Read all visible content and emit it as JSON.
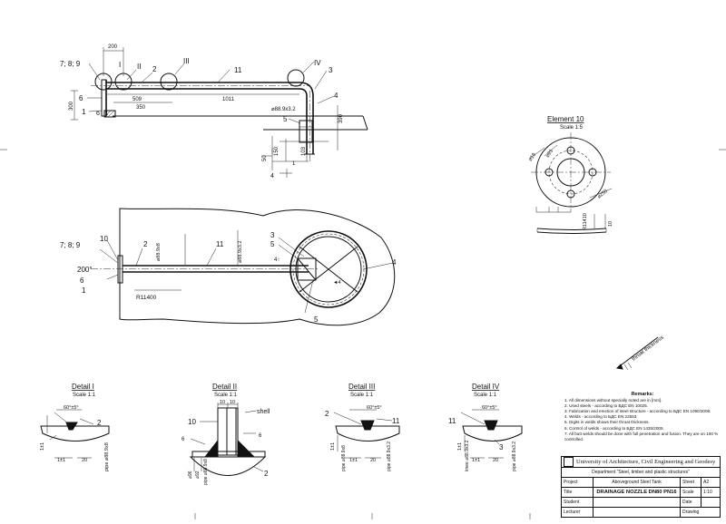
{
  "main_view": {
    "dims": {
      "d200": "200",
      "d509": "509",
      "d1011": "1011",
      "d350": "350",
      "d300": "300",
      "d390": "390",
      "d50": "50",
      "d150": "150",
      "d103": "103",
      "pipe": "⌀88.9x3.2"
    },
    "labels": {
      "l789": "7; 8; 9",
      "l1": "1",
      "l6": "6",
      "lI": "I",
      "lII": "II",
      "l2": "2",
      "lIII": "III",
      "l11": "11",
      "lIV": "IV",
      "l3": "3",
      "l4": "4",
      "l5": "5",
      "l41": "4",
      "l61": "6",
      "lsec": "1",
      "lsec2": "1"
    }
  },
  "plan_view": {
    "labels": {
      "l789": "7; 8; 9",
      "l10": "10",
      "l2": "2",
      "l11": "11",
      "l6": "6",
      "l1": "1",
      "l200": "200°",
      "l3": "3",
      "l5": "5",
      "l4": "4",
      "l5b": "5",
      "radius": "R11400",
      "pipe1": "⌀88.9x8",
      "pipe2": "⌀88.9x3.2",
      "cut": "4↑",
      "cut2": "◄4"
    }
  },
  "element10": {
    "title": "Element 10",
    "scale": "Scale 1:5",
    "dims": {
      "d19": "⌀19",
      "d93": "⌀93",
      "d250": "⌀250",
      "r": "R11410",
      "t": "10"
    }
  },
  "weld_note": "throat thickness",
  "details": [
    {
      "title": "Detail I",
      "scale": "Scale 1:1",
      "angle": "60°±5°",
      "num": "2",
      "gap": "1±1",
      "gap2": "1±1",
      "d20": "20",
      "pipe": "pipe ⌀88.9x8"
    },
    {
      "title": "Detail II",
      "scale": "Scale 1:1",
      "n10": "10",
      "shell": "shell",
      "t1": "10",
      "t2": "10",
      "d6": "6",
      "d6b": "6",
      "d2": "2",
      "dia1": "⌀96",
      "dia2": "⌀92",
      "pipe": "pipe ⌀88.9x8"
    },
    {
      "title": "Detail III",
      "scale": "Scale 1:1",
      "angle": "60°±5°",
      "n2": "2",
      "n11": "11",
      "gap": "1±1",
      "gap2": "1±1",
      "d20": "20",
      "pipe1": "pipe ⌀88.9x8",
      "pipe2": "pipe ⌀88.9x3.2"
    },
    {
      "title": "Detail IV",
      "scale": "Scale 1:1",
      "angle": "60°±5°",
      "n11": "11",
      "n3": "3",
      "gap": "1±1",
      "gap2": "1±1",
      "d20": "20",
      "pipe1": "knee ⌀88.9x3.2",
      "pipe2": "pipe ⌀88.9x3.2"
    }
  ],
  "remarks": {
    "title": "Remarks:",
    "items": [
      "1. All dimensions without specially noted are in [mm].",
      "2. Used steels - according to БДС EN 10025.",
      "3. Fabrication and erection of steel structure - according to БДС EN 1090/2008.",
      "4. Welds - according to БДС EN 22553.",
      "5. Digits in welds shows their throat thickness.",
      "6. Control of welds - according to БДС EN 1435/2005.",
      "7. All butt welds should be done with full penetration and fusion. They are on 100 % controlled."
    ]
  },
  "title_block": {
    "university": "University of Architecture, Civil Engineering and Geodesy",
    "department": "Department \"Steel, timber and plastic structures\"",
    "project_label": "Project",
    "project": "Aboveground Steel Tank",
    "sheet_label": "Sheet",
    "sheet": "A2",
    "title_label": "Title",
    "title": "DRAINAGE NOZZLE DN80 PN16",
    "scale_label": "Scale",
    "scale": "1:10",
    "student_label": "Student",
    "date_label": "Date",
    "lecturer_label": "Lecturer",
    "drawing_label": "Drawing"
  }
}
